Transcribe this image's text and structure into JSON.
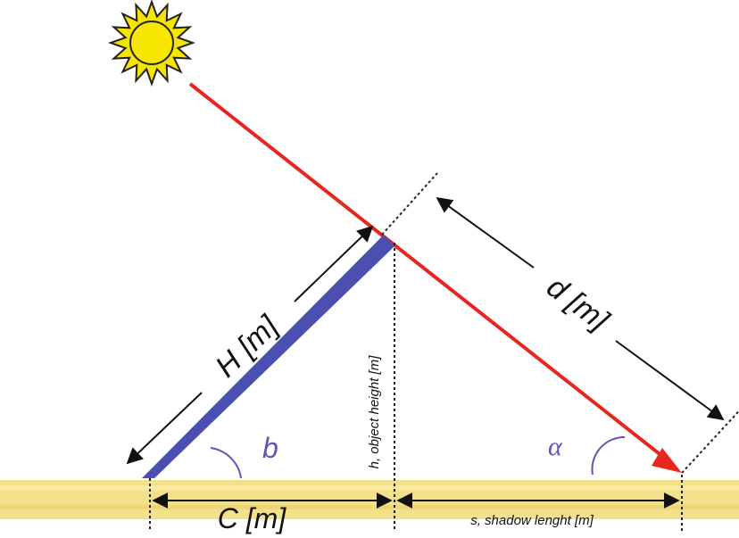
{
  "diagram": {
    "labels": {
      "H": "H [m]",
      "d": "d [m]",
      "h": "h, object height  [m]",
      "C": "C [m]",
      "s": "s, shadow lenght  [m]",
      "b": "b",
      "alpha": "α"
    },
    "colors": {
      "panel": "#4a4fb0",
      "sunray": "#e8261f",
      "sun": "#f5e400",
      "ground": "#f3e08a",
      "angle": "#6a50b8",
      "dimension": "#111111"
    },
    "icons": {
      "sun": "sun-icon"
    }
  }
}
